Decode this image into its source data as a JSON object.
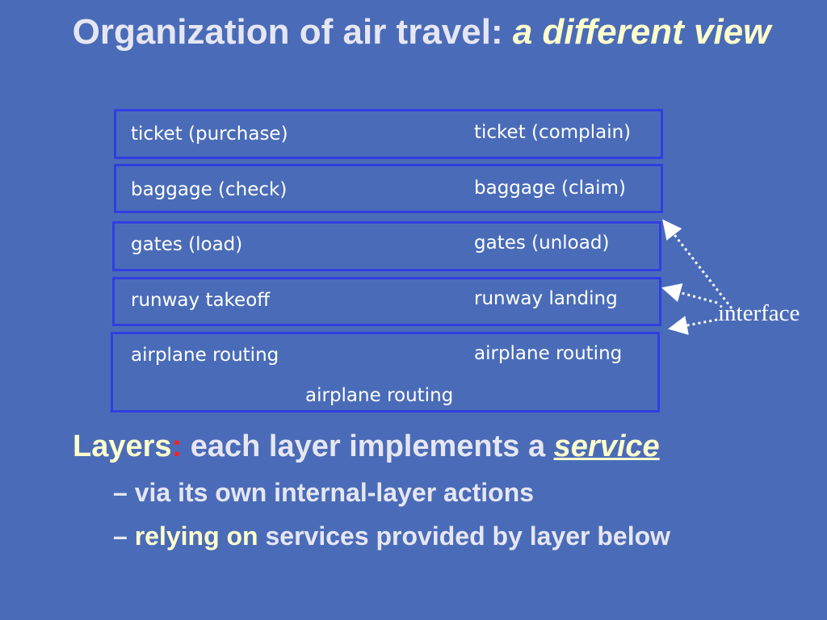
{
  "title": {
    "main": "Organization of air travel: ",
    "accent": "a different view"
  },
  "layers": [
    {
      "left": "ticket (purchase)",
      "right": "ticket (complain)"
    },
    {
      "left": "baggage (check)",
      "right": "baggage (claim)"
    },
    {
      "left": "gates (load)",
      "right": "gates (unload)"
    },
    {
      "left": "runway takeoff",
      "right": "runway landing"
    },
    {
      "left": "airplane routing",
      "right": "airplane routing",
      "center": "airplane routing"
    }
  ],
  "interface_label": "interface",
  "bullets": {
    "main_keyword": "Layers",
    "main_colon": ":",
    "main_text": " each layer implements a ",
    "main_service": "service",
    "dash1": "– ",
    "sub1": "via its own internal-layer actions",
    "dash2": "– ",
    "sub2_highlight": "relying on",
    "sub2_text": " services provided by layer below"
  },
  "colors": {
    "background": "#4a6cb8",
    "box_border": "#2f3fe0",
    "highlight_yellow": "#ffffcc",
    "colon_red": "#ff2020"
  }
}
